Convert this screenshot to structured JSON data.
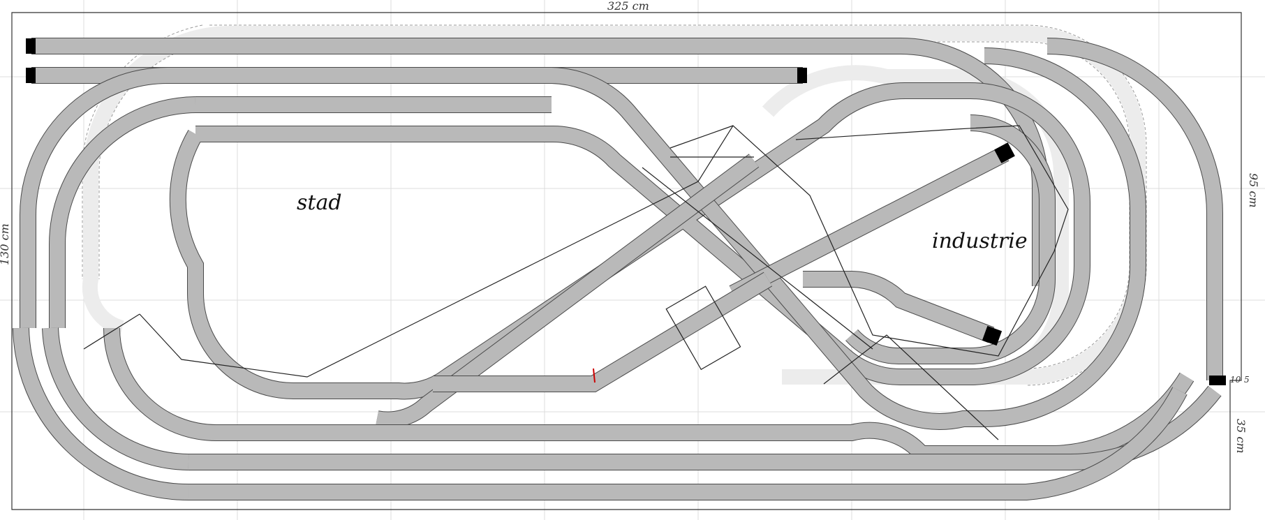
{
  "dimensions": {
    "width_label": "325 cm",
    "height_label": "130 cm",
    "right_upper_label": "95 cm",
    "right_lower_label": "35 cm",
    "right_small_a": "10",
    "right_small_b": "5"
  },
  "areas": {
    "city_label": "stad",
    "industry_label": "industrie"
  },
  "colors": {
    "track": "#b9b9b9",
    "track_edge": "#4a4a4a",
    "ghost_track": "#ececec",
    "grid": "#dcdcdc",
    "marker": "#cc0000"
  }
}
